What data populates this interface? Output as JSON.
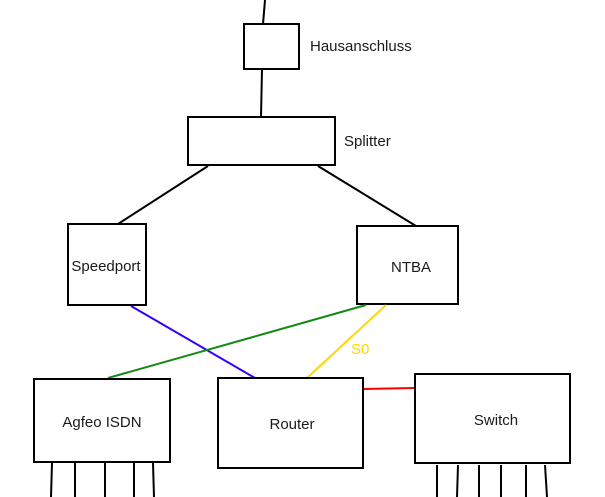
{
  "diagram": {
    "nodes": {
      "hausanschluss": {
        "label": "Hausanschluss"
      },
      "splitter": {
        "label": "Splitter"
      },
      "speedport": {
        "label": "Speedport"
      },
      "ntba": {
        "label": "NTBA"
      },
      "agfeo": {
        "label": "Agfeo ISDN"
      },
      "router": {
        "label": "Router"
      },
      "switch": {
        "label": "Switch"
      }
    },
    "connections": [
      {
        "from": "incoming",
        "to": "hausanschluss",
        "color": "#000000"
      },
      {
        "from": "hausanschluss",
        "to": "splitter",
        "color": "#000000"
      },
      {
        "from": "splitter",
        "to": "speedport",
        "color": "#000000"
      },
      {
        "from": "splitter",
        "to": "ntba",
        "color": "#000000"
      },
      {
        "from": "speedport",
        "to": "router",
        "color": "#3300ff"
      },
      {
        "from": "ntba",
        "to": "agfeo",
        "color": "#138a13"
      },
      {
        "from": "ntba",
        "to": "router",
        "color": "#ffd700",
        "label": "S0"
      },
      {
        "from": "router",
        "to": "switch",
        "color": "#ff0000"
      }
    ],
    "agfeo_port_count": 5,
    "switch_port_count": 6
  }
}
